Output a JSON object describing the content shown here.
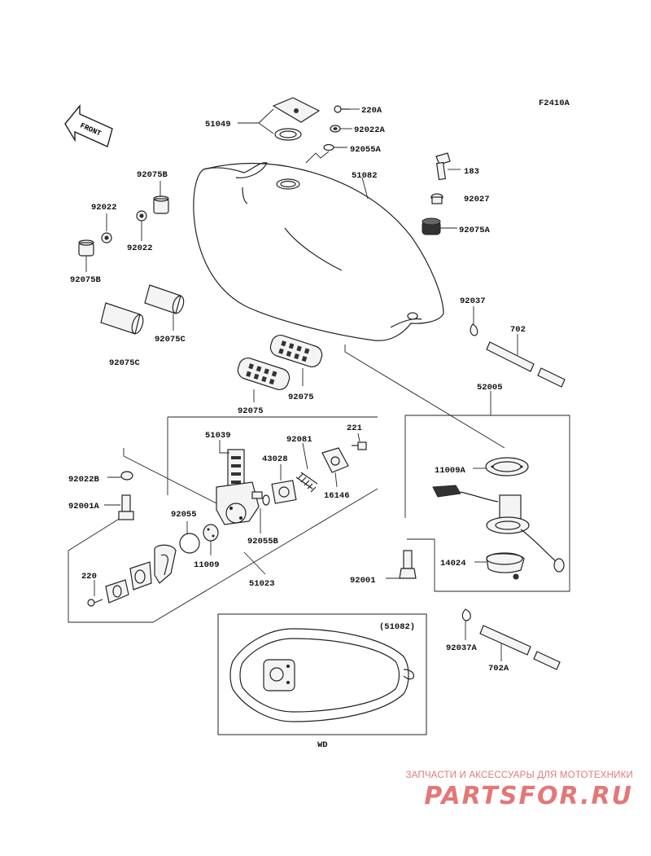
{
  "figure_code": "F2410A",
  "front_label": "FRONT",
  "wd_label": "WD",
  "wd_ref": "(51082)",
  "labels": {
    "p51049": "51049",
    "p220A": "220A",
    "p92022A": "92022A",
    "p92055A": "92055A",
    "p51082": "51082",
    "p183": "183",
    "p92027": "92027",
    "p92075A": "92075A",
    "p92075B_top": "92075B",
    "p92022_top": "92022",
    "p92022_bot": "92022",
    "p92075B_left": "92075B",
    "p92075C_right": "92075C",
    "p92075C_left": "92075C",
    "p92037": "92037",
    "p702": "702",
    "p92075_a": "92075",
    "p92075_b": "92075",
    "p52005": "52005",
    "p51039": "51039",
    "p92081": "92081",
    "p221": "221",
    "p43028": "43028",
    "p16146": "16146",
    "p92022B": "92022B",
    "p92001A": "92001A",
    "p92055": "92055",
    "p92055B": "92055B",
    "p11009": "11009",
    "p220": "220",
    "p51023": "51023",
    "p11009A": "11009A",
    "p14024": "14024",
    "p92001": "92001",
    "p92037A": "92037A",
    "p702A": "702A"
  },
  "watermark": {
    "caption": "ЗАПЧАСТИ И АКСЕССУАРЫ ДЛЯ МОТОТЕХНИКИ",
    "logo": "PARTSFOR.RU"
  }
}
